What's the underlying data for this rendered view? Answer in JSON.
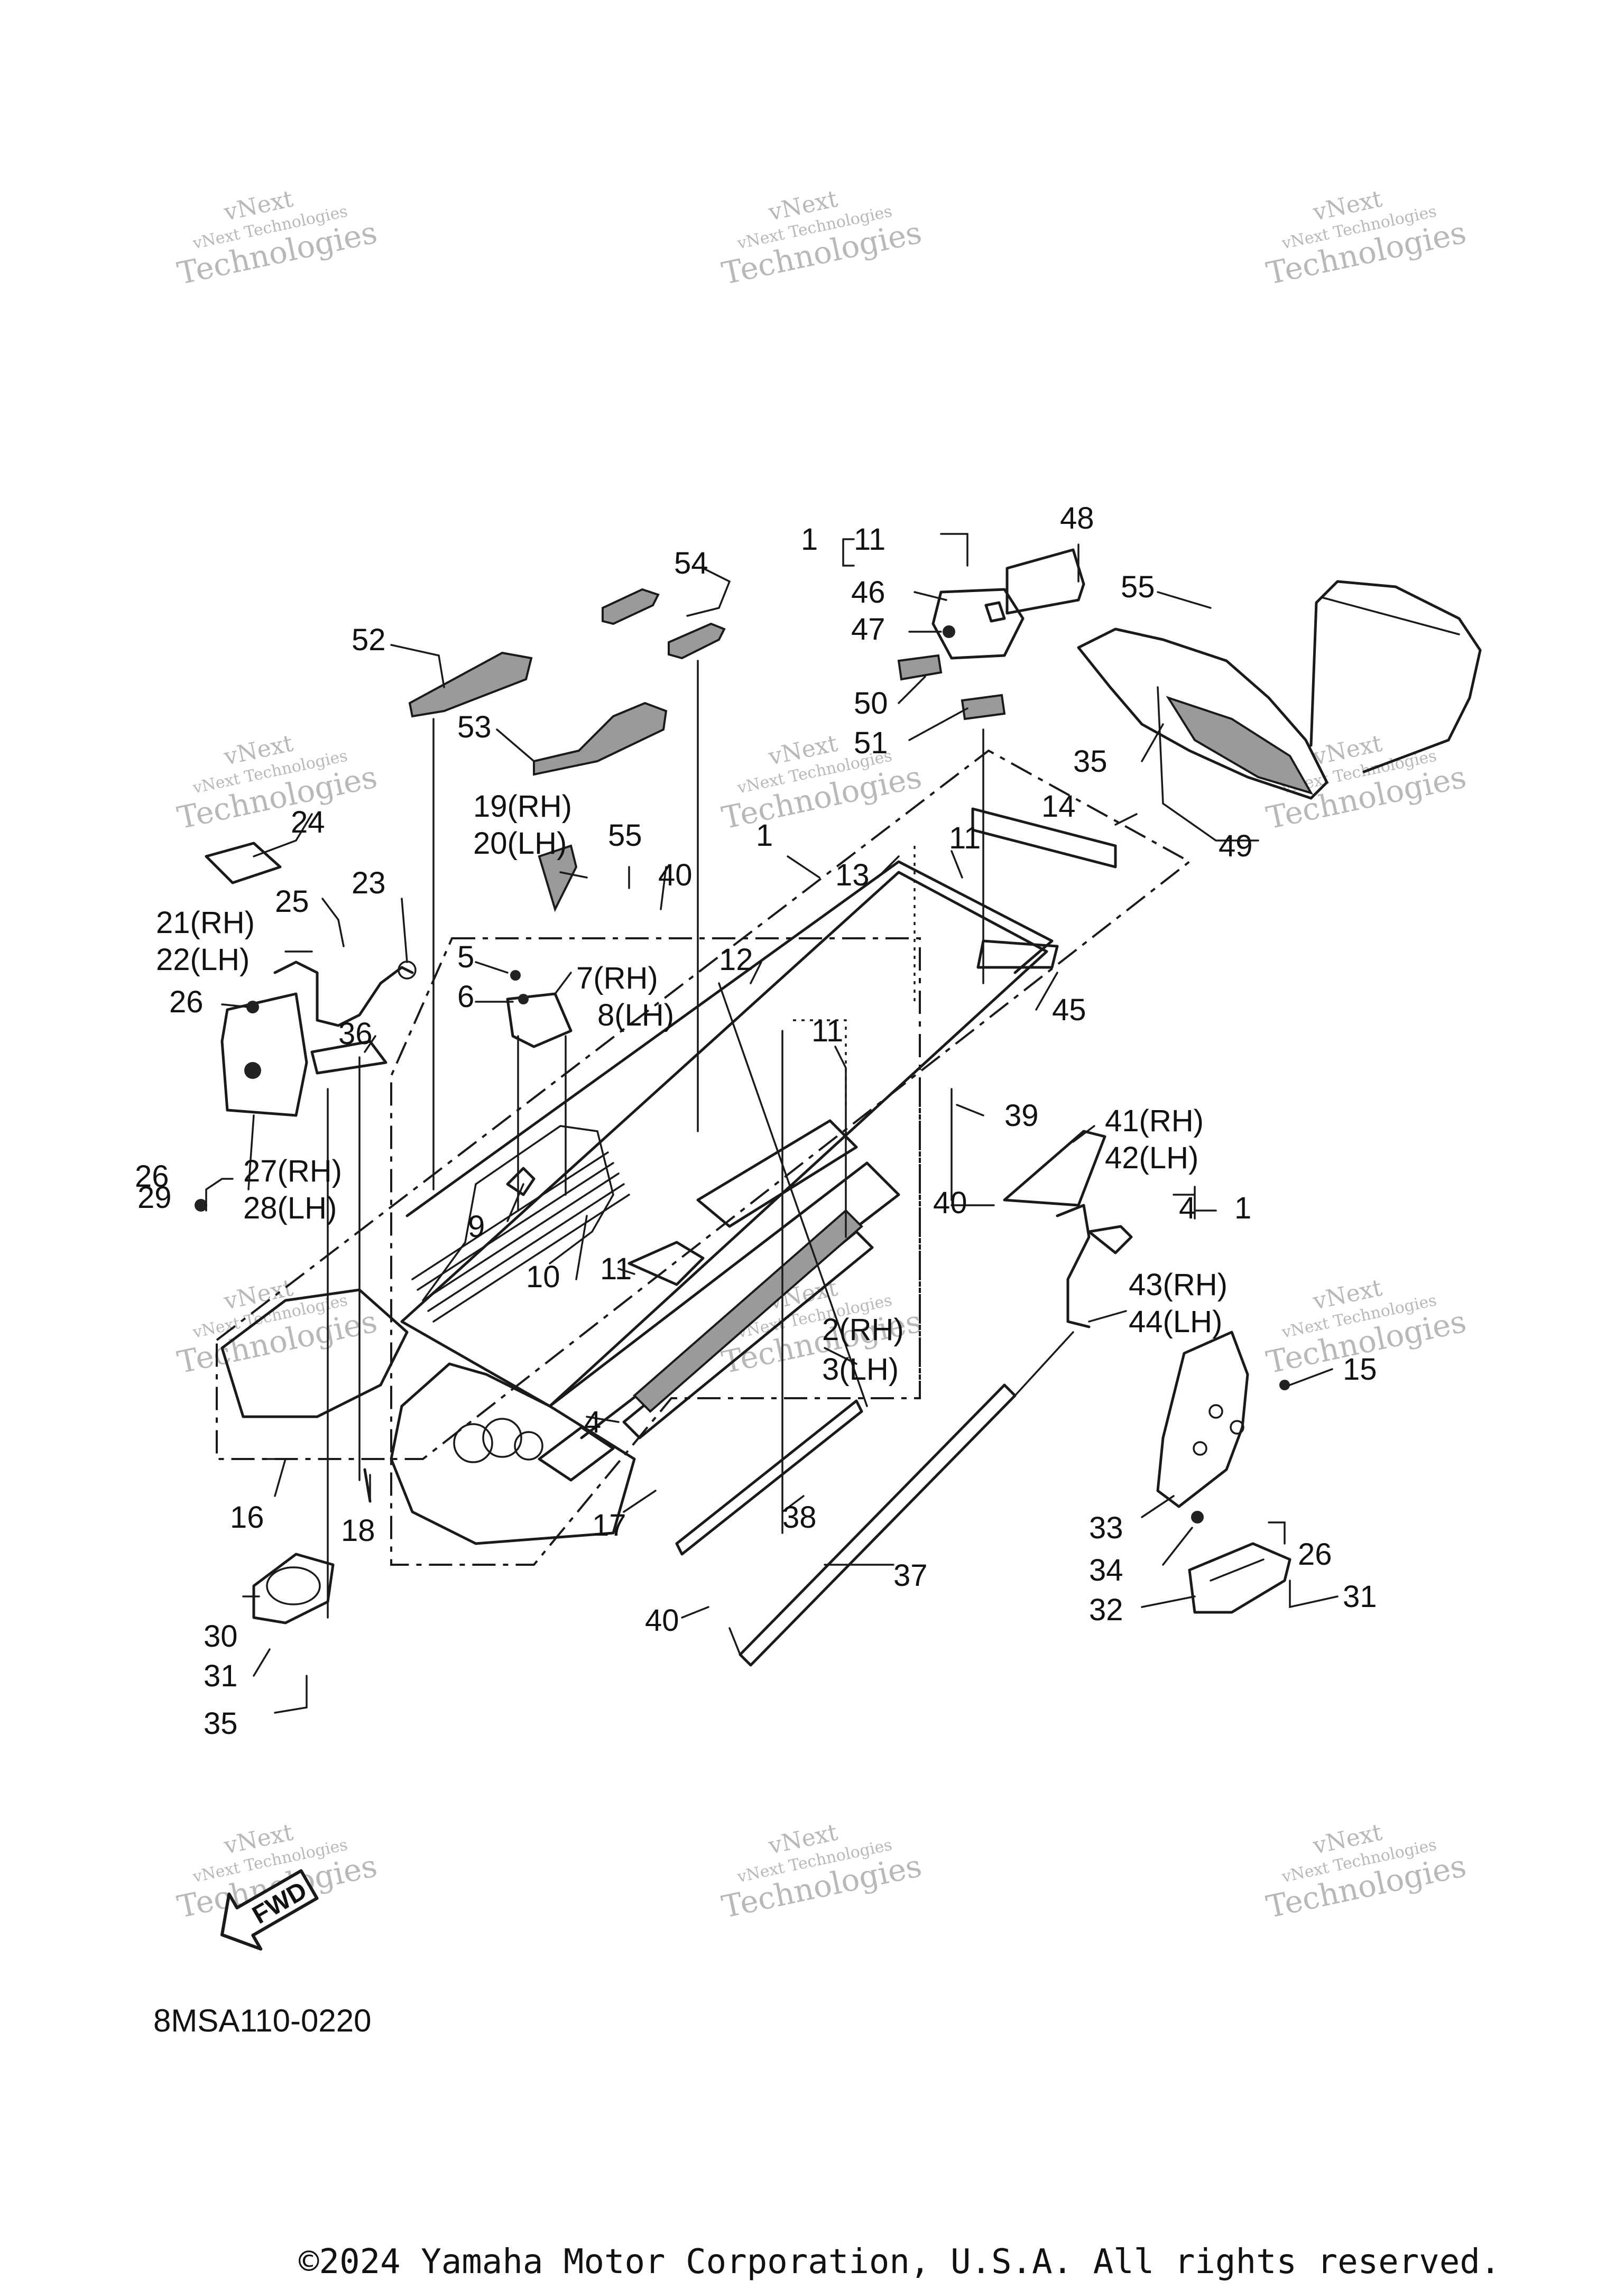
{
  "watermark": {
    "line1": "vNext",
    "line2": "vNext Technologies",
    "line3": "Technologies"
  },
  "callouts": [
    {
      "id": "c1a",
      "text": "1"
    },
    {
      "id": "c11a",
      "text": "11"
    },
    {
      "id": "c48",
      "text": "48"
    },
    {
      "id": "c46",
      "text": "46"
    },
    {
      "id": "c47",
      "text": "47"
    },
    {
      "id": "c54",
      "text": "54"
    },
    {
      "id": "c52",
      "text": "52"
    },
    {
      "id": "c55a",
      "text": "55"
    },
    {
      "id": "c50",
      "text": "50"
    },
    {
      "id": "c51",
      "text": "51"
    },
    {
      "id": "c53",
      "text": "53"
    },
    {
      "id": "c35a",
      "text": "35"
    },
    {
      "id": "c49",
      "text": "49"
    },
    {
      "id": "c14",
      "text": "14"
    },
    {
      "id": "c19",
      "text": "19(RH)"
    },
    {
      "id": "c20",
      "text": "20(LH)"
    },
    {
      "id": "c55b",
      "text": "55"
    },
    {
      "id": "c24",
      "text": "24"
    },
    {
      "id": "c1b",
      "text": "1"
    },
    {
      "id": "c13",
      "text": "13"
    },
    {
      "id": "c11b",
      "text": "11"
    },
    {
      "id": "c40a",
      "text": "40"
    },
    {
      "id": "c23",
      "text": "23"
    },
    {
      "id": "c25",
      "text": "25"
    },
    {
      "id": "c21",
      "text": "21(RH)"
    },
    {
      "id": "c22",
      "text": "22(LH)"
    },
    {
      "id": "c5",
      "text": "5"
    },
    {
      "id": "c6",
      "text": "6"
    },
    {
      "id": "c7",
      "text": "7(RH)"
    },
    {
      "id": "c8",
      "text": "8(LH)"
    },
    {
      "id": "c12",
      "text": "12"
    },
    {
      "id": "c45",
      "text": "45"
    },
    {
      "id": "c26a",
      "text": "26"
    },
    {
      "id": "c36",
      "text": "36"
    },
    {
      "id": "c11c",
      "text": "11"
    },
    {
      "id": "c39",
      "text": "39"
    },
    {
      "id": "c41",
      "text": "41(RH)"
    },
    {
      "id": "c42",
      "text": "42(LH)"
    },
    {
      "id": "c26b",
      "text": "26"
    },
    {
      "id": "c27",
      "text": "27(RH)"
    },
    {
      "id": "c28",
      "text": "28(LH)"
    },
    {
      "id": "c29",
      "text": "29"
    },
    {
      "id": "c40b",
      "text": "40"
    },
    {
      "id": "c4a",
      "text": "4"
    },
    {
      "id": "c1c",
      "text": "1"
    },
    {
      "id": "c9",
      "text": "9"
    },
    {
      "id": "c10",
      "text": "10"
    },
    {
      "id": "c11d",
      "text": "11"
    },
    {
      "id": "c43",
      "text": "43(RH)"
    },
    {
      "id": "c44",
      "text": "44(LH)"
    },
    {
      "id": "c2",
      "text": "2(RH)"
    },
    {
      "id": "c3",
      "text": "3(LH)"
    },
    {
      "id": "c15",
      "text": "15"
    },
    {
      "id": "c4b",
      "text": "4"
    },
    {
      "id": "c16",
      "text": "16"
    },
    {
      "id": "c18",
      "text": "18"
    },
    {
      "id": "c17",
      "text": "17"
    },
    {
      "id": "c38",
      "text": "38"
    },
    {
      "id": "c33",
      "text": "33"
    },
    {
      "id": "c26c",
      "text": "26"
    },
    {
      "id": "c34",
      "text": "34"
    },
    {
      "id": "c37",
      "text": "37"
    },
    {
      "id": "c31a",
      "text": "31"
    },
    {
      "id": "c32",
      "text": "32"
    },
    {
      "id": "c30",
      "text": "30"
    },
    {
      "id": "c40c",
      "text": "40"
    },
    {
      "id": "c31b",
      "text": "31"
    },
    {
      "id": "c35b",
      "text": "35"
    }
  ],
  "fwd_label": "FWD",
  "diagram_code": "8MSA110-0220",
  "copyright": "©2024 Yamaha Motor Corporation, U.S.A. All rights reserved."
}
